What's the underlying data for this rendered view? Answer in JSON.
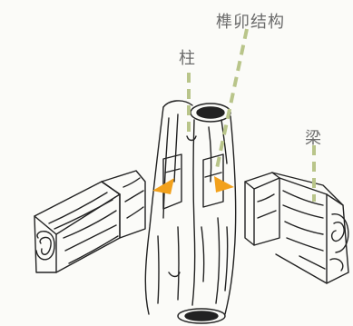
{
  "diagram": {
    "labels": {
      "joint": "榫卯结构",
      "pillar": "柱",
      "beam": "梁"
    },
    "colors": {
      "background": "#fbfbf8",
      "line": "#222222",
      "leader": "#b9c58a",
      "arrow": "#f2a11c",
      "label_text": "#6b6b6b"
    }
  }
}
